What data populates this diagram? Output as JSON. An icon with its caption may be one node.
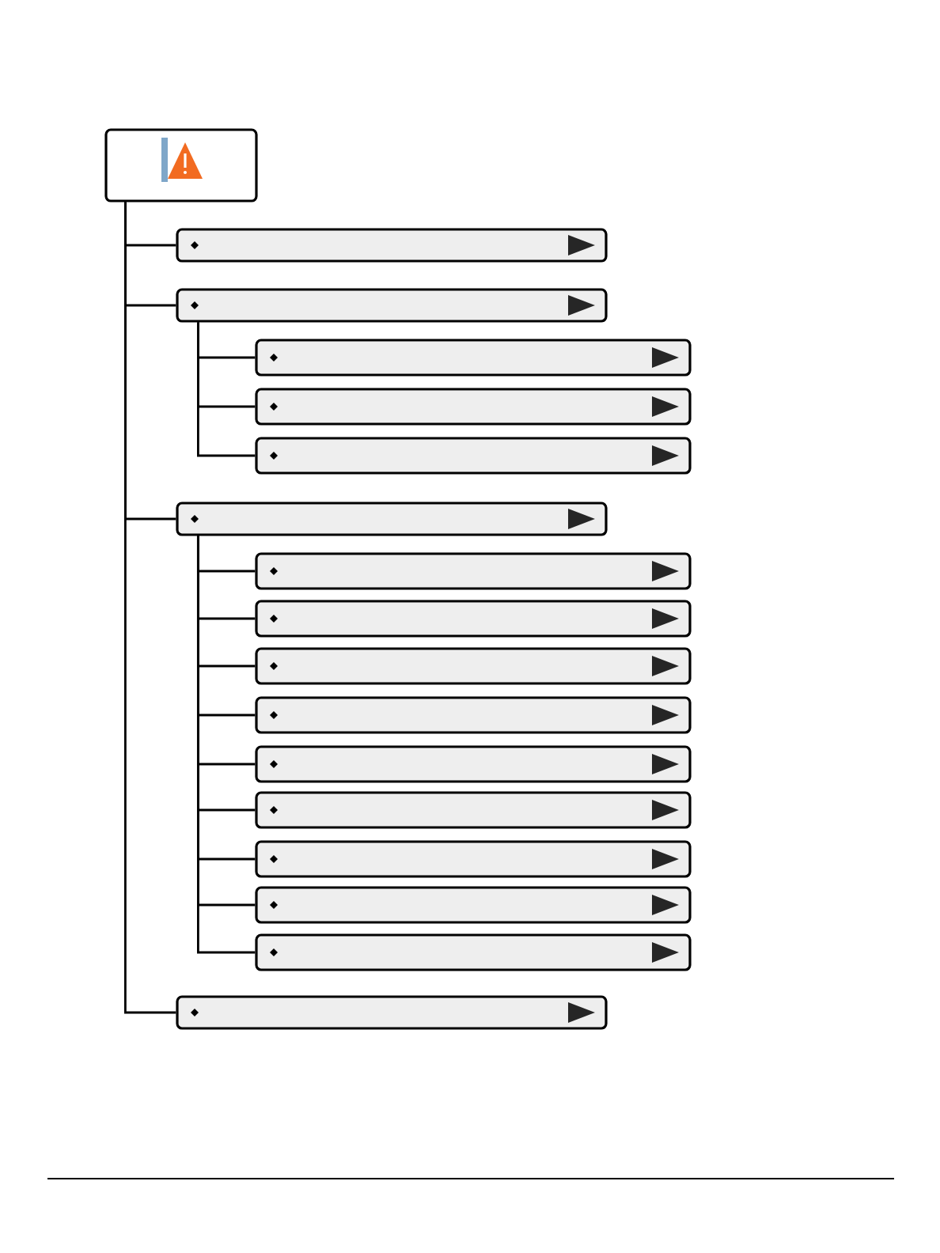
{
  "diagram": {
    "nodes": [
      {
        "text": [],
        "shape": "box"
      },
      {
        "text": [],
        "shape": "box"
      },
      {
        "text": [],
        "shape": "box"
      },
      {
        "text": [],
        "shape": "box"
      },
      {
        "text": [],
        "shape": "box"
      },
      {
        "text": [],
        "shape": "box"
      },
      {
        "text": [],
        "shape": "box"
      },
      {
        "text": [],
        "shape": "box"
      },
      {
        "text": [],
        "shape": "box"
      },
      {
        "text": [],
        "shape": "box"
      },
      {
        "text": [],
        "shape": "box"
      },
      {
        "text": [],
        "shape": "box"
      },
      {
        "text": [],
        "shape": "box"
      },
      {
        "text": [],
        "shape": "box"
      },
      {
        "text": [],
        "shape": "box"
      },
      {
        "text": [],
        "shape": "box"
      },
      {
        "text": [],
        "shape": "box"
      }
    ],
    "edges": [
      {
        "from": 0,
        "to": 1,
        "arrow": "none"
      },
      {
        "from": 0,
        "to": 2,
        "arrow": "none"
      },
      {
        "from": 0,
        "to": 6,
        "arrow": "none"
      },
      {
        "from": 0,
        "to": 16,
        "arrow": "none"
      },
      {
        "from": 2,
        "to": 3,
        "arrow": "none"
      },
      {
        "from": 2,
        "to": 4,
        "arrow": "none"
      },
      {
        "from": 2,
        "to": 5,
        "arrow": "none"
      },
      {
        "from": 6,
        "to": 7,
        "arrow": "none"
      },
      {
        "from": 6,
        "to": 8,
        "arrow": "none"
      },
      {
        "from": 6,
        "to": 9,
        "arrow": "none"
      },
      {
        "from": 6,
        "to": 10,
        "arrow": "none"
      },
      {
        "from": 6,
        "to": 11,
        "arrow": "none"
      },
      {
        "from": 6,
        "to": 12,
        "arrow": "none"
      },
      {
        "from": 6,
        "to": 13,
        "arrow": "none"
      },
      {
        "from": 6,
        "to": 14,
        "arrow": "none"
      },
      {
        "from": 6,
        "to": 15,
        "arrow": "none"
      }
    ]
  }
}
